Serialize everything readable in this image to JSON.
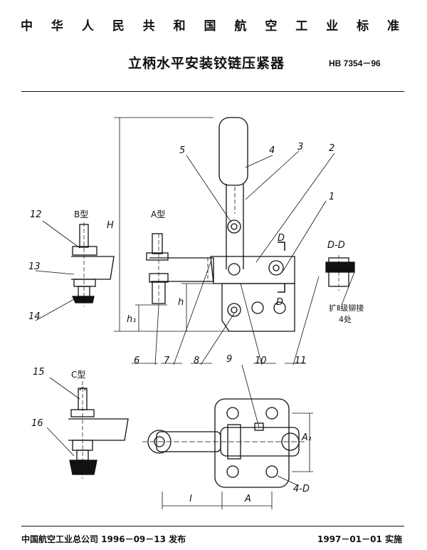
{
  "header": {
    "standard_org": "中 华 人 民 共 和 国 航 空 工 业 标 准",
    "title": "立柄水平安装铰链压紧器",
    "code": "HB 7354－96"
  },
  "drawing": {
    "part_numbers": [
      "1",
      "2",
      "3",
      "4",
      "5",
      "6",
      "7",
      "8",
      "9",
      "10",
      "11",
      "12",
      "13",
      "14",
      "15",
      "16"
    ],
    "view_labels": {
      "b_type": "B型",
      "a_type": "A型",
      "c_type": "C型",
      "section": "D-D"
    },
    "dims": {
      "H": "H",
      "h": "h",
      "h1": "h₁",
      "A1": "A₁",
      "A": "A",
      "l": "l",
      "holes": "4-D",
      "D": "D"
    },
    "note_line1": "扩Ⅱ级铆接",
    "note_line2": "4处"
  },
  "footer": {
    "publisher": "中国航空工业总公司 1996－09－13 发布",
    "effective": "1997－01－01 实施"
  }
}
